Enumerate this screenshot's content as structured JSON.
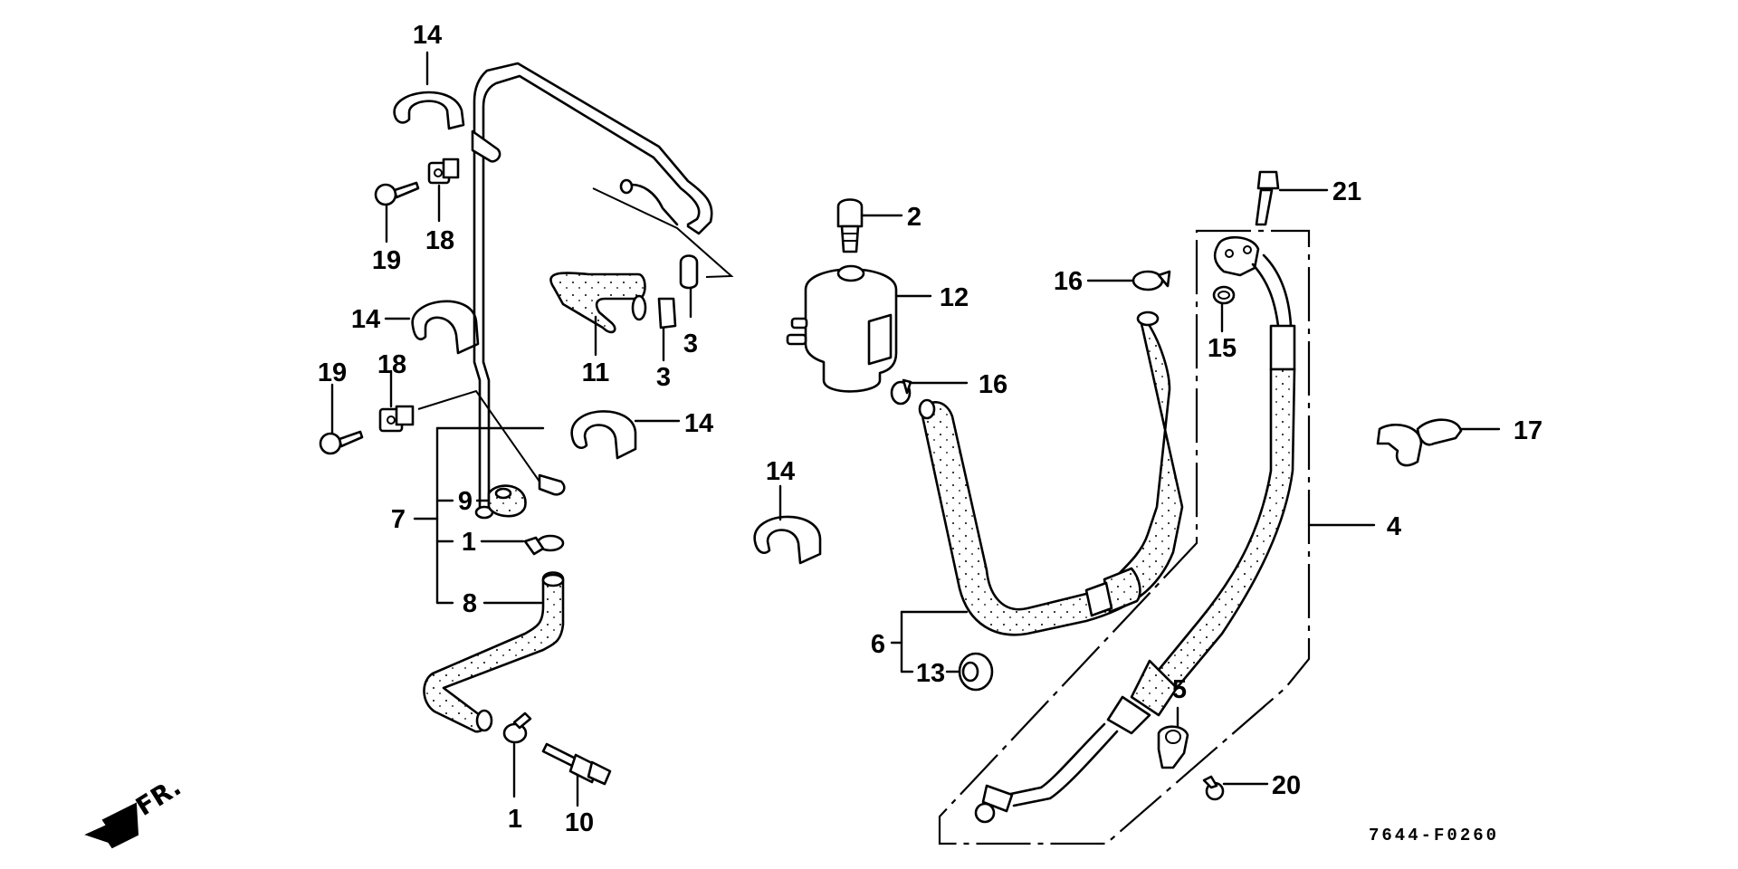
{
  "diagram": {
    "code": "7644-F0260",
    "direction_indicator": "FR.",
    "line_color": "#000000",
    "background": "#ffffff",
    "callouts": [
      {
        "id": "c14a",
        "label": "14",
        "part": "clamp"
      },
      {
        "id": "c19a",
        "label": "19",
        "part": "screw"
      },
      {
        "id": "c18a",
        "label": "18",
        "part": "clip-nut"
      },
      {
        "id": "c14b",
        "label": "14",
        "part": "clamp"
      },
      {
        "id": "c19b",
        "label": "19",
        "part": "screw"
      },
      {
        "id": "c18b",
        "label": "18",
        "part": "clip-nut"
      },
      {
        "id": "c7",
        "label": "7",
        "part": "pipe-assembly"
      },
      {
        "id": "c9",
        "label": "9",
        "part": "cushion"
      },
      {
        "id": "c1a",
        "label": "1",
        "part": "hose-clamp"
      },
      {
        "id": "c8",
        "label": "8",
        "part": "hose"
      },
      {
        "id": "c1b",
        "label": "1",
        "part": "hose-clamp"
      },
      {
        "id": "c10",
        "label": "10",
        "part": "fitting"
      },
      {
        "id": "c11",
        "label": "11",
        "part": "hose"
      },
      {
        "id": "c3a",
        "label": "3",
        "part": "clip"
      },
      {
        "id": "c3b",
        "label": "3",
        "part": "clip"
      },
      {
        "id": "c14c",
        "label": "14",
        "part": "clamp"
      },
      {
        "id": "c2",
        "label": "2",
        "part": "cap"
      },
      {
        "id": "c12",
        "label": "12",
        "part": "reservoir"
      },
      {
        "id": "c16a",
        "label": "16",
        "part": "hose-clamp"
      },
      {
        "id": "c14d",
        "label": "14",
        "part": "clamp"
      },
      {
        "id": "c6",
        "label": "6",
        "part": "hose-assembly"
      },
      {
        "id": "c13",
        "label": "13",
        "part": "grommet"
      },
      {
        "id": "c16b",
        "label": "16",
        "part": "hose-clamp"
      },
      {
        "id": "c15",
        "label": "15",
        "part": "o-ring"
      },
      {
        "id": "c21",
        "label": "21",
        "part": "bolt"
      },
      {
        "id": "c17",
        "label": "17",
        "part": "double-clip"
      },
      {
        "id": "c4",
        "label": "4",
        "part": "high-pressure-hose"
      },
      {
        "id": "c5",
        "label": "5",
        "part": "hose-clamp"
      },
      {
        "id": "c20",
        "label": "20",
        "part": "bolt"
      }
    ]
  }
}
